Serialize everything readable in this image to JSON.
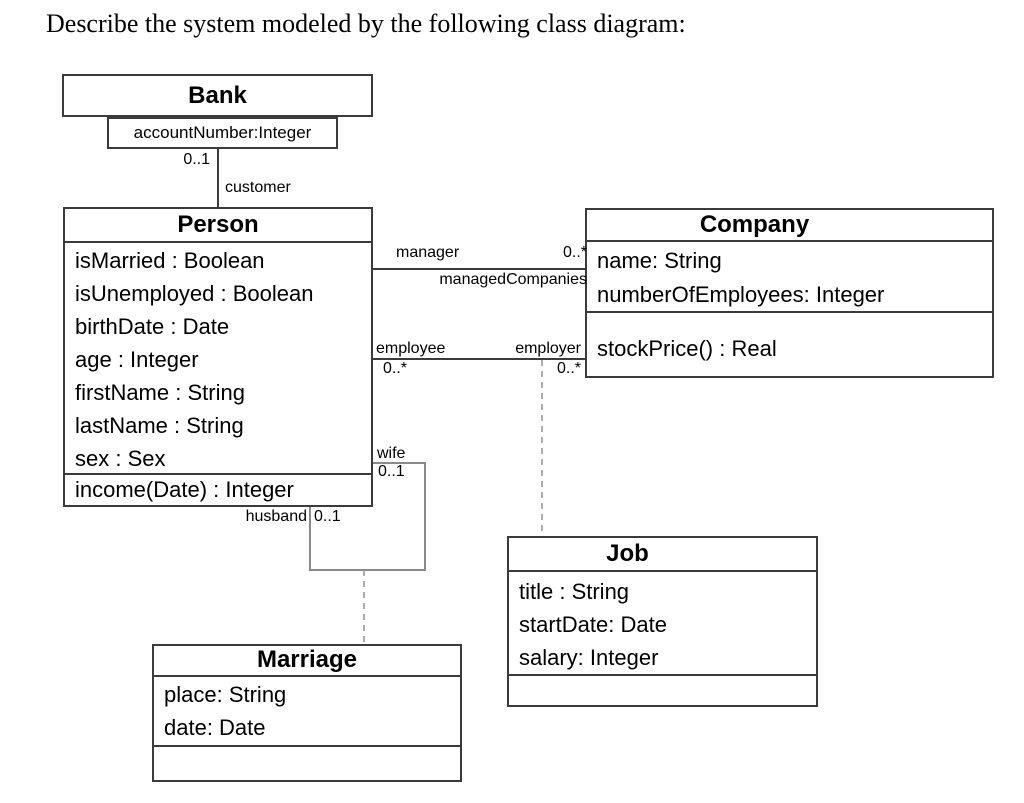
{
  "page": {
    "heading": "Describe the system modeled by the following class diagram:"
  },
  "classes": {
    "bank": {
      "name": "Bank",
      "attributes": [
        "accountNumber:Integer"
      ]
    },
    "person": {
      "name": "Person",
      "attributes": [
        "isMarried : Boolean",
        "isUnemployed : Boolean",
        "birthDate : Date",
        "age : Integer",
        "firstName : String",
        "lastName : String",
        "sex : Sex"
      ],
      "operations": [
        "income(Date) : Integer"
      ]
    },
    "company": {
      "name": "Company",
      "attributes": [
        "name: String",
        "numberOfEmployees: Integer"
      ],
      "operations": [
        "stockPrice() : Real"
      ]
    },
    "job": {
      "name": "Job",
      "attributes": [
        "title : String",
        "startDate: Date",
        "salary: Integer"
      ],
      "operations": []
    },
    "marriage": {
      "name": "Marriage",
      "attributes": [
        "place: String",
        "date: Date"
      ],
      "operations": []
    }
  },
  "associations": {
    "bank_person": {
      "bank_multiplicity": "0..1",
      "person_role": "customer"
    },
    "management": {
      "person_role": "manager",
      "company_multiplicity": "0..*",
      "company_role": "managedCompanies"
    },
    "employment": {
      "person_role": "employee",
      "person_multiplicity": "0..*",
      "company_role": "employer",
      "company_multiplicity": "0..*"
    },
    "marriage_self": {
      "wife_role": "wife",
      "wife_multiplicity": "0..1",
      "husband_role": "husband",
      "husband_multiplicity": "0..1"
    }
  }
}
